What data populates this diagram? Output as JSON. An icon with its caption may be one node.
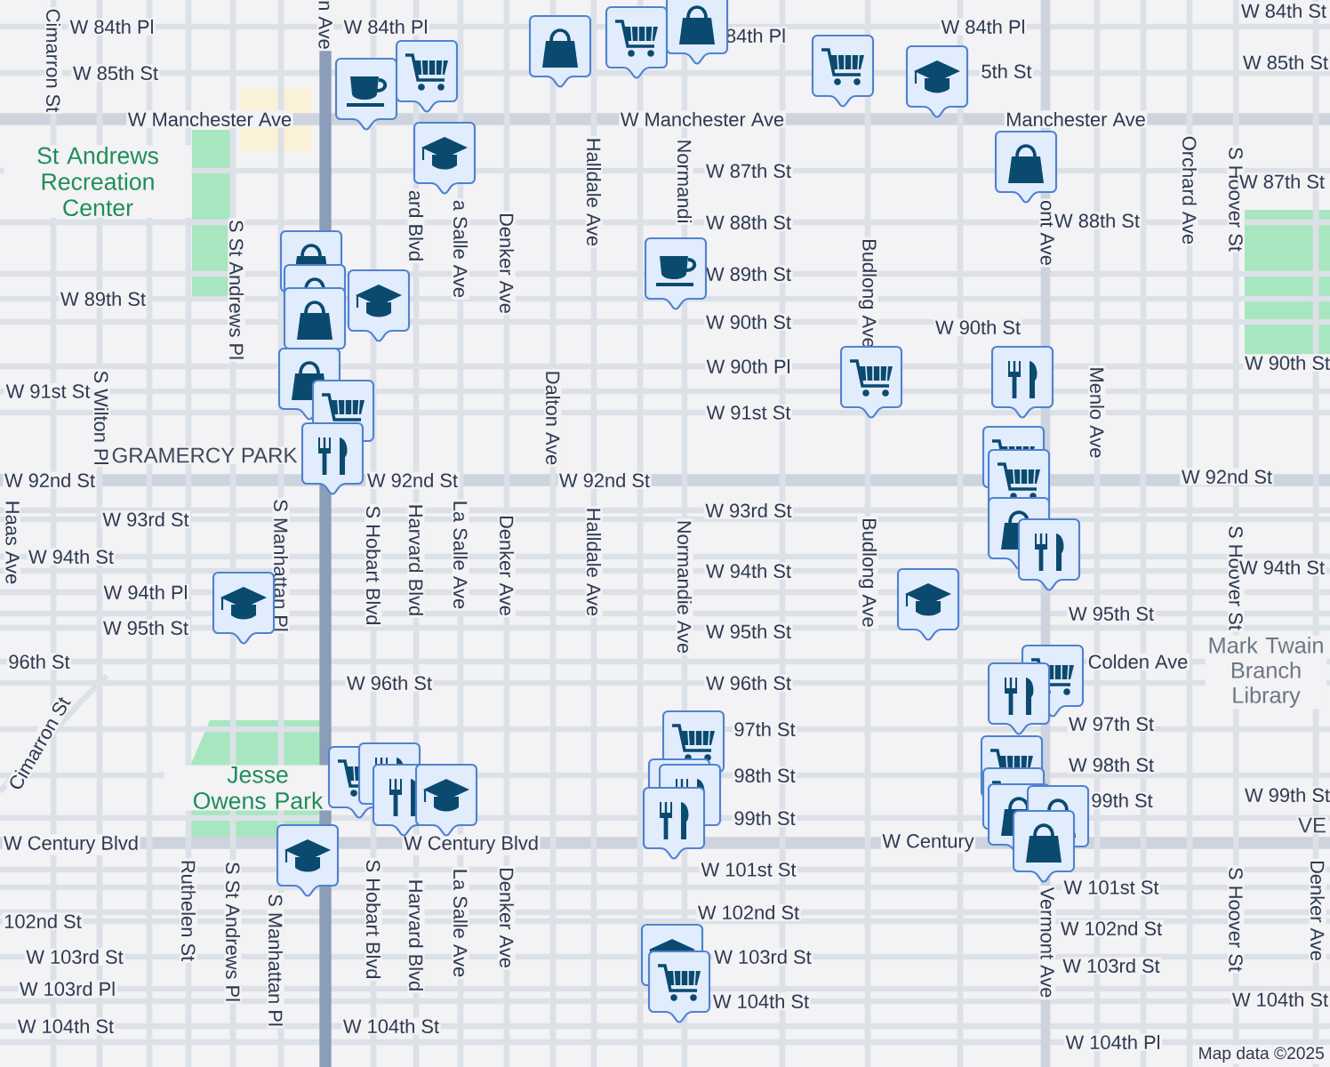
{
  "diagram": {
    "labels": [
      "Cimarron St",
      "W 84th Pl",
      "n Ave",
      "W 84th Pl",
      "84th Pl",
      "W 84th Pl",
      "W 84th St",
      "W 85th St",
      "5th St",
      "W 85th St",
      "W Manchester Ave",
      "W Manchester Ave",
      "Manchester Ave",
      "Halldale Ave",
      "Normandi",
      "Orchard Ave",
      "S Hoover St",
      "St Andrews Recreation Center",
      "ard Blvd",
      "W 87th St",
      "W 87th St",
      "a Salle Ave",
      "ont Ave",
      "S St Andrews Pl",
      "Denker Ave",
      "W 88th St",
      "W 88th St",
      "Budlong Ave",
      "W 89th St",
      "W 89th St",
      "W 90th St",
      "W 90th St",
      "S Wilton Pl",
      "Dalton Ave",
      "W 90th Pl",
      "Menlo Ave",
      "W 90th St",
      "W 91st St",
      "W 91st St",
      "GRAMERCY PARK",
      "W 92nd St",
      "W 92nd St",
      "W 92nd St",
      "W 92nd St",
      "Haas Ave",
      "W 93rd St",
      "S Manhattan Pl",
      "S Hobart Blvd",
      "Harvard Blvd",
      "La Salle Ave",
      "Denker Ave",
      "Halldale Ave",
      "Normandie Ave",
      "W 93rd St",
      "Budlong Ave",
      "S Hoover St",
      "W 94th St",
      "W 94th St",
      "W 94th St",
      "W 94th Pl",
      "W 95th St",
      "W 95th St",
      "W 95th St",
      "96th St",
      "Colden Ave",
      "Mark Twain Branch Library",
      "W 96th St",
      "W 96th St",
      "Cimarron St",
      "97th St",
      "W 97th St",
      "Jesse Owens Park",
      "98th St",
      "W 98th St",
      "99th St",
      "99th St",
      "W 99th St",
      "VE",
      "W Century Blvd",
      "W Century Blvd",
      "W Century",
      "Ruthelen St",
      "S St Andrews Pl",
      "S Manhattan Pl",
      "S Hobart Blvd",
      "Harvard Blvd",
      "La Salle Ave",
      "Denker Ave",
      "W 101st St",
      "Vermont Ave",
      "W 101st St",
      "S Hoover St",
      "Denker Ave",
      "102nd St",
      "W 102nd St",
      "W 102nd St",
      "W 103rd St",
      "W 103rd St",
      "W 103rd St",
      "W 103rd Pl",
      "W 104th St",
      "W 104th St",
      "W 104th St",
      "W 104th St",
      "W 104th Pl",
      "Map data ©2025"
    ]
  }
}
